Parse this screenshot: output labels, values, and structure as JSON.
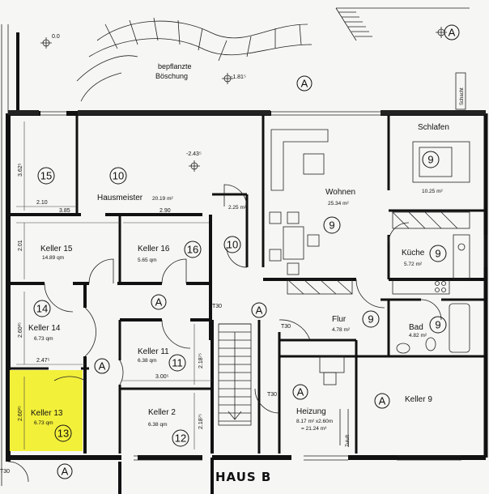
{
  "plan": {
    "title": "HAUS B",
    "highlight_color": "#f3f03a",
    "rooms": [
      {
        "name": "Keller 15",
        "area": "14.89 qm"
      },
      {
        "name": "Hausmeister",
        "area": "20.19 m²"
      },
      {
        "name": "Keller 16",
        "area": "5.65 qm"
      },
      {
        "name": "Keller 14",
        "area": "6.73 qm"
      },
      {
        "name": "Keller 11",
        "area": "6.38 qm"
      },
      {
        "name": "Keller 2",
        "area": "6.38 qm"
      },
      {
        "name": "Keller 13",
        "area": "6.73 qm"
      },
      {
        "name": "Wohnen",
        "area": "25.34 m²"
      },
      {
        "name": "Schlafen",
        "area": "10.25 m²"
      },
      {
        "name": "Küche",
        "area": "5.72 m²"
      },
      {
        "name": "Flur",
        "area": "4.78 m²"
      },
      {
        "name": "Bad",
        "area": "4.82 m²"
      },
      {
        "name": "Heizung",
        "area": "8.17 m² x2.60m",
        "area2": "= 21.24 m³"
      },
      {
        "name": "Keller 9",
        "area": ""
      },
      {
        "name": "",
        "area": "2.25 m²"
      }
    ],
    "circles": [
      "15",
      "10",
      "16",
      "10",
      "14",
      "11",
      "12",
      "13",
      "9",
      "9",
      "9",
      "9",
      "9"
    ],
    "circle_a": "A",
    "doors": [
      "T30",
      "T30",
      "T30",
      "T30"
    ],
    "dimensions": [
      "2.10",
      "3.85",
      "2.90",
      "2.01",
      "3.62⁵",
      "2.47⁵",
      "2.60²⁵",
      "2.60²⁵",
      "3.00⁵",
      "2.18⁷⁵",
      "2.18⁷⁵"
    ],
    "elevations": [
      "0.0",
      "-1.81⁵",
      "-2.43⁵"
    ],
    "labels": {
      "embankment_1": "bepflanzte",
      "embankment_2": "Böschung",
      "zuluft": "Zuluft",
      "schacht": "Schacht"
    }
  }
}
